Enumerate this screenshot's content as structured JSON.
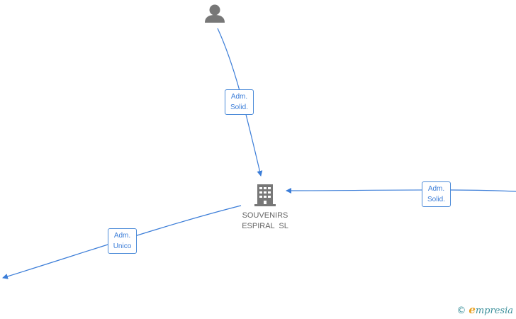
{
  "diagram": {
    "company": {
      "name_line1": "SOUVENIRS",
      "name_line2": "ESPIRAL  SL",
      "icon": "building-icon"
    },
    "person": {
      "icon": "person-icon"
    },
    "edges": [
      {
        "id": "edge-person-company",
        "label_line1": "Adm.",
        "label_line2": "Solid."
      },
      {
        "id": "edge-right-company",
        "label_line1": "Adm.",
        "label_line2": "Solid."
      },
      {
        "id": "edge-company-left",
        "label_line1": "Adm.",
        "label_line2": "Unico"
      }
    ],
    "colors": {
      "edge": "#3b7dd8",
      "node": "#777777",
      "label_text": "#3b7dd8"
    }
  },
  "watermark": {
    "copyright": "©",
    "brand_initial": "e",
    "brand_rest": "mpresia"
  }
}
